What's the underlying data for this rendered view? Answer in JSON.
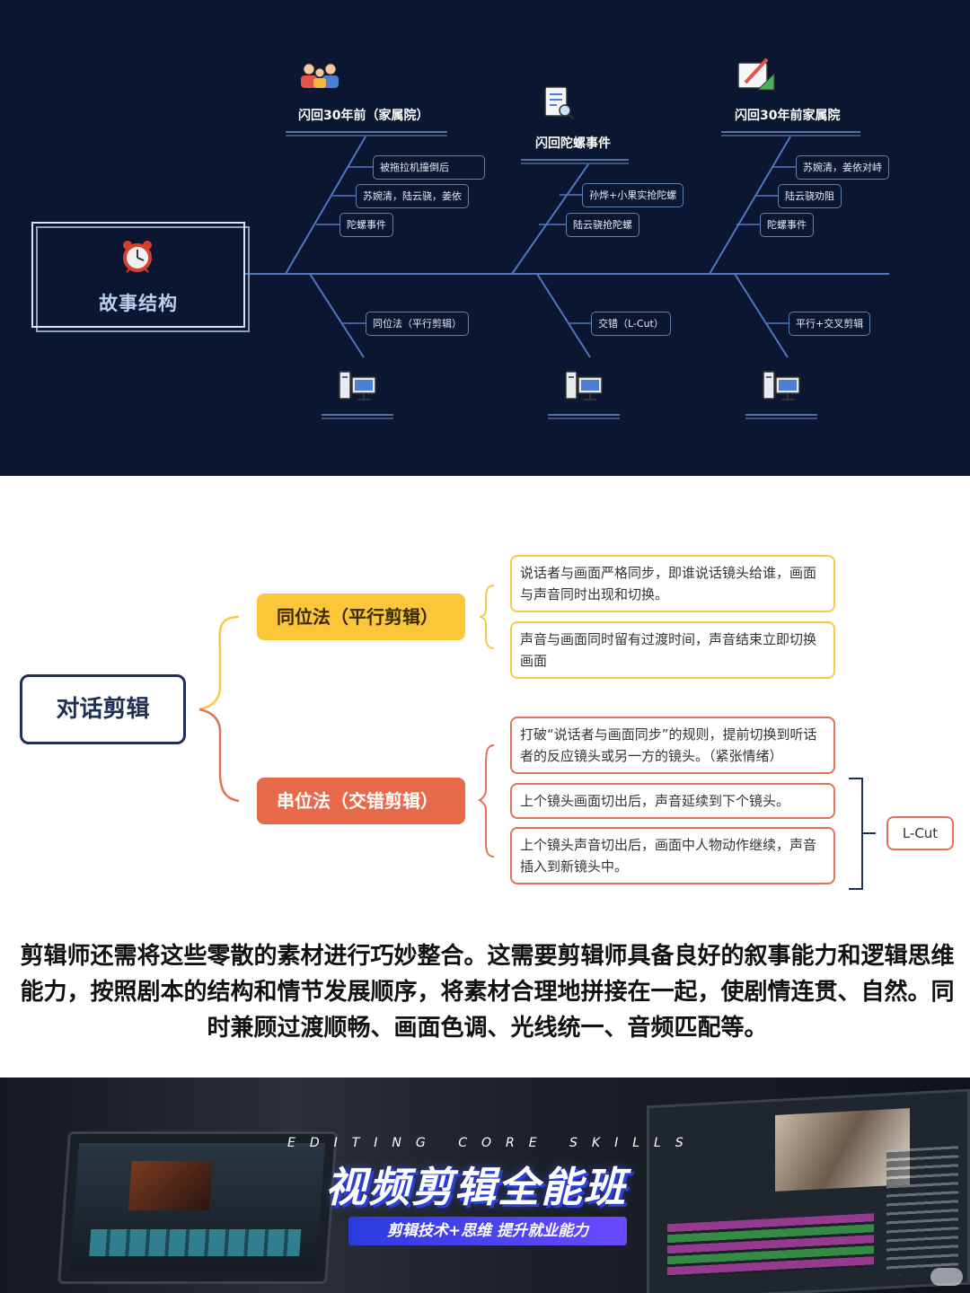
{
  "fishbone": {
    "root_title": "故事结构",
    "upper": [
      {
        "title": "闪回30年前（家属院）",
        "tags": [
          "被拖拉机撞倒后",
          "苏婉清，陆云骁，姜依",
          "陀螺事件"
        ]
      },
      {
        "title": "闪回陀螺事件",
        "tags": [
          "孙烨+小果实抢陀螺",
          "陆云骁抢陀螺"
        ]
      },
      {
        "title": "闪回30年前家属院",
        "tags": [
          "苏婉清，姜依对峙",
          "陆云骁劝阻",
          "陀螺事件"
        ]
      }
    ],
    "lower": [
      {
        "tag": "同位法（平行剪辑）"
      },
      {
        "tag": "交错（L-Cut）"
      },
      {
        "tag": "平行+交叉剪辑"
      }
    ]
  },
  "dialogue": {
    "root": "对话剪辑",
    "categories": [
      {
        "label": "同位法（平行剪辑）",
        "items": [
          "说话者与画面严格同步，即谁说话镜头给谁，画面与声音同时出现和切换。",
          "声音与画面同时留有过渡时间，声音结束立即切换画面"
        ]
      },
      {
        "label": "串位法（交错剪辑）",
        "items": [
          "打破“说话者与画面同步”的规则，提前切换到听话者的反应镜头或另一方的镜头。（紧张情绪）",
          "上个镜头画面切出后，声音延续到下个镜头。",
          "上个镜头声音切出后，画面中人物动作继续，声音插入到新镜头中。"
        ]
      }
    ],
    "lcut_label": "L-Cut"
  },
  "paragraph": "剪辑师还需将这些零散的素材进行巧妙整合。这需要剪辑师具备良好的叙事能力和逻辑思维能力，按照剧本的结构和情节发展顺序，将素材合理地拼接在一起，使剧情连贯、自然。同时兼顾过渡顺畅、画面色调、光线统一、音频匹配等。",
  "banner": {
    "caption_en": "EDITING CORE SKILLS",
    "caption_cn": "视频剪辑全能班",
    "pill_text": "剪辑技术+思维  提升就业能力"
  },
  "colors": {
    "fish_bg": "#0b1631",
    "fish_line": "#4f76c4",
    "yellow": "#fbc63a",
    "coral": "#e8684a",
    "navy": "#1f2f55"
  }
}
